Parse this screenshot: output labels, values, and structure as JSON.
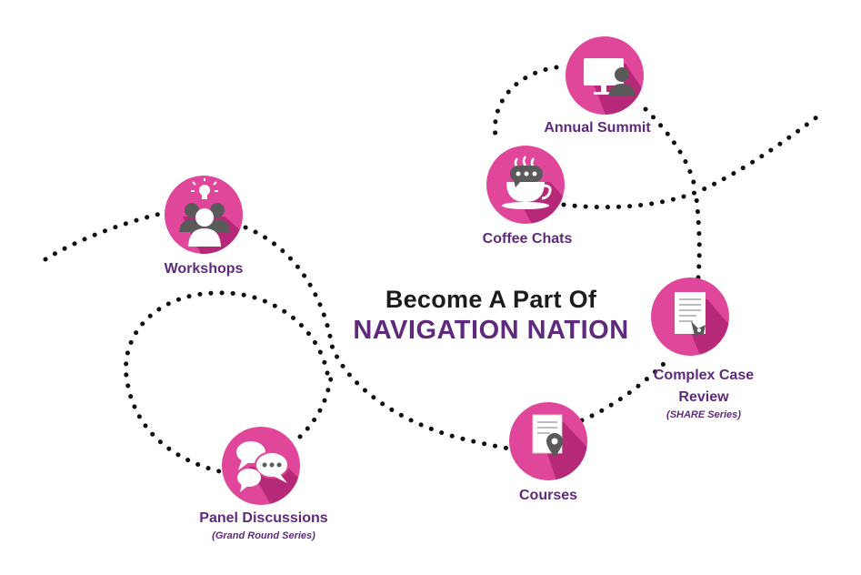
{
  "title": {
    "line1": "Become A Part Of",
    "line2": "NAVIGATION NATION"
  },
  "nodes": {
    "annual_summit": {
      "label": "Annual Summit",
      "icon": "monitor-person-icon"
    },
    "coffee_chats": {
      "label": "Coffee Chats",
      "icon": "coffee-cup-chat-icon"
    },
    "workshops": {
      "label": "Workshops",
      "icon": "group-lightbulb-icon"
    },
    "complex_case_review": {
      "label_line1": "Complex Case",
      "label_line2": "Review",
      "sublabel": "(SHARE Series)",
      "icon": "document-pen-icon"
    },
    "courses": {
      "label": "Courses",
      "icon": "document-location-pin-icon"
    },
    "panel_discussions": {
      "label": "Panel Discussions",
      "sublabel": "(Grand Round Series)",
      "icon": "speech-bubbles-icon"
    }
  },
  "colors": {
    "circle": "#e0479a",
    "circle_shadow": "#b62878",
    "icon_dark": "#5a5a5a",
    "icon_light": "#ffffff",
    "label_purple": "#5f2a7d",
    "title_dark": "#1c1c1c",
    "dots": "#111111"
  }
}
